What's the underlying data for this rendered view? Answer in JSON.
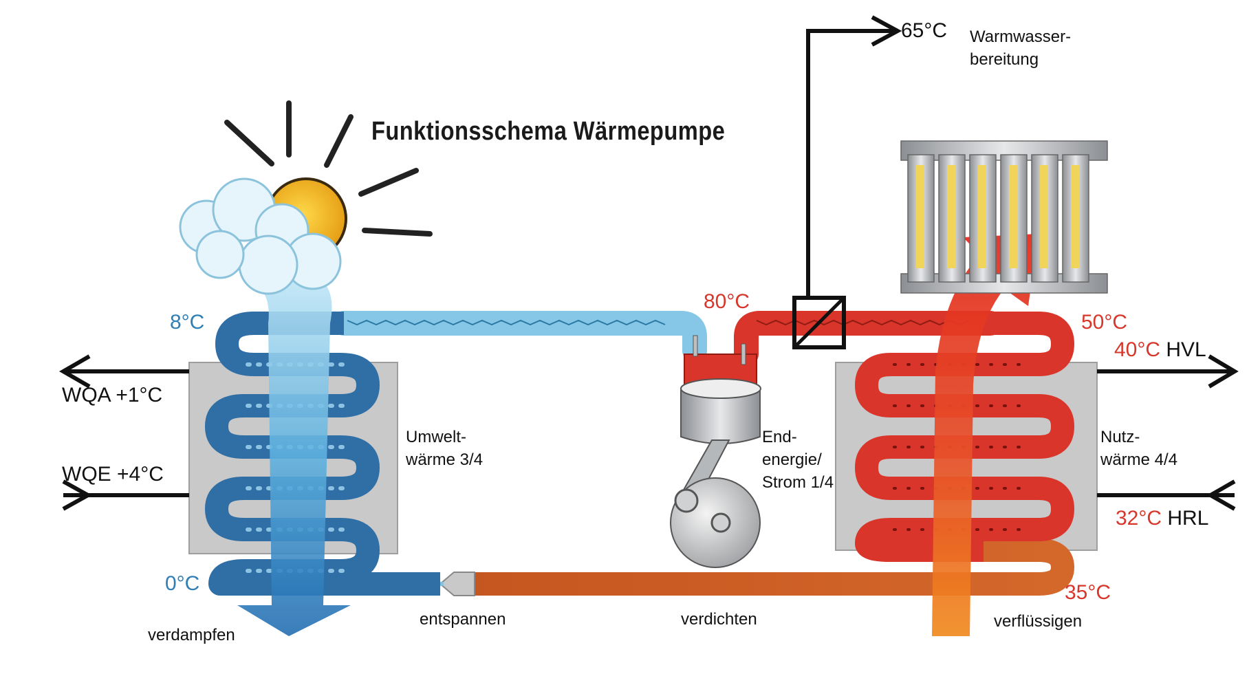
{
  "title": "Funktionsschema Wärmepumpe",
  "temperatures": {
    "hot_water": "65°C",
    "compressor_out": "80°C",
    "evaporator_in": "8°C",
    "evaporator_out": "0°C",
    "condenser_in": "50°C",
    "condenser_out": "35°C"
  },
  "hot_water_label": {
    "line1": "Warmwasser-",
    "line2": "bereitung"
  },
  "source": {
    "outlet": "WQA +1°C",
    "inlet": "WQE +4°C"
  },
  "heating": {
    "supply_temp": "40°C",
    "supply_code": "HVL",
    "return_temp": "32°C",
    "return_code": "HRL"
  },
  "energy": {
    "environment": {
      "line1": "Umwelt-",
      "line2": "wärme 3/4"
    },
    "electric": {
      "line1": "End-",
      "line2": "energie/",
      "line3": "Strom 1/4"
    },
    "useful": {
      "line1": "Nutz-",
      "line2": "wärme 4/4"
    }
  },
  "stages": {
    "evaporate": "verdampfen",
    "expand": "entspannen",
    "compress": "verdichten",
    "condense": "verflüssigen"
  },
  "colors": {
    "cold_pipe": "#2f6fa6",
    "cold_light": "#7cc4e6",
    "hot_pipe": "#d9352a",
    "warm_pipe": "#d8652c",
    "arrow_red": "#e0301f",
    "box_gray": "#c9c9c9",
    "blue_text": "#2f7fb5",
    "red_text": "#d7372b"
  }
}
